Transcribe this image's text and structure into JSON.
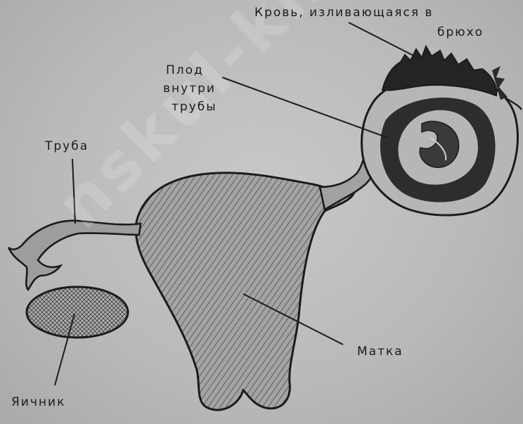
{
  "labels": {
    "blood_line1": "Кровь, изливающаяся в",
    "blood_line2": "брюхо",
    "fetus_line1": "Плод",
    "fetus_line2": "внутри",
    "fetus_line3": "трубы",
    "tube": "Труба",
    "uterus": "Матка",
    "ovary": "Яичник"
  },
  "watermark": "nskul-kh.ru",
  "colors": {
    "background": "#bcbcbc",
    "ink": "#1b1b1b",
    "organ_fill": "#9a9a9a",
    "blood": "#2a2a2a"
  }
}
